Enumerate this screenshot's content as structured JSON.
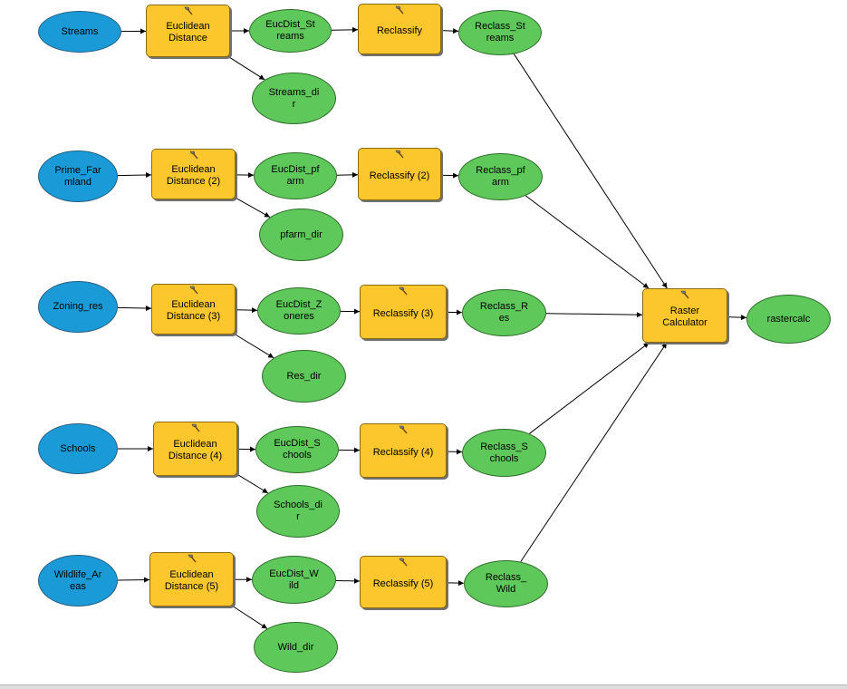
{
  "title": "",
  "nodes": [
    {
      "id": "streams",
      "kind": "input",
      "label": "Streams"
    },
    {
      "id": "ed1",
      "kind": "tool",
      "label": "Euclidean\nDistance"
    },
    {
      "id": "eucdist_streams",
      "kind": "output",
      "label": "EucDist_St\nreams"
    },
    {
      "id": "rc1",
      "kind": "tool",
      "label": "Reclassify"
    },
    {
      "id": "reclass_streams",
      "kind": "output",
      "label": "Reclass_St\nreams"
    },
    {
      "id": "streams_dir",
      "kind": "output",
      "label": "Streams_di\nr"
    },
    {
      "id": "prime_farmland",
      "kind": "input",
      "label": "Prime_Far\nmland"
    },
    {
      "id": "ed2",
      "kind": "tool",
      "label": "Euclidean\nDistance (2)"
    },
    {
      "id": "eucdist_pfarm",
      "kind": "output",
      "label": "EucDist_pf\narm"
    },
    {
      "id": "rc2",
      "kind": "tool",
      "label": "Reclassify (2)"
    },
    {
      "id": "reclass_pfarm",
      "kind": "output",
      "label": "Reclass_pf\narm"
    },
    {
      "id": "pfarm_dir",
      "kind": "output",
      "label": "pfarm_dir"
    },
    {
      "id": "zoning_res",
      "kind": "input",
      "label": "Zoning_res"
    },
    {
      "id": "ed3",
      "kind": "tool",
      "label": "Euclidean\nDistance (3)"
    },
    {
      "id": "eucdist_zoneres",
      "kind": "output",
      "label": "EucDist_Z\noneres"
    },
    {
      "id": "rc3",
      "kind": "tool",
      "label": "Reclassify (3)"
    },
    {
      "id": "reclass_res",
      "kind": "output",
      "label": "Reclass_R\nes"
    },
    {
      "id": "res_dir",
      "kind": "output",
      "label": "Res_dir"
    },
    {
      "id": "schools",
      "kind": "input",
      "label": "Schools"
    },
    {
      "id": "ed4",
      "kind": "tool",
      "label": "Euclidean\nDistance (4)"
    },
    {
      "id": "eucdist_schools",
      "kind": "output",
      "label": "EucDist_S\nchools"
    },
    {
      "id": "rc4",
      "kind": "tool",
      "label": "Reclassify (4)"
    },
    {
      "id": "reclass_schools",
      "kind": "output",
      "label": "Reclass_S\nchools"
    },
    {
      "id": "schools_dir",
      "kind": "output",
      "label": "Schools_di\nr"
    },
    {
      "id": "wildlife_areas",
      "kind": "input",
      "label": "Wildlife_Ar\neas"
    },
    {
      "id": "ed5",
      "kind": "tool",
      "label": "Euclidean\nDistance (5)"
    },
    {
      "id": "eucdist_wild",
      "kind": "output",
      "label": "EucDist_W\nild"
    },
    {
      "id": "rc5",
      "kind": "tool",
      "label": "Reclassify (5)"
    },
    {
      "id": "reclass_wild",
      "kind": "output",
      "label": "Reclass_\nWild"
    },
    {
      "id": "wild_dir",
      "kind": "output",
      "label": "Wild_dir"
    },
    {
      "id": "raster_calc",
      "kind": "tool",
      "label": "Raster\nCalculator"
    },
    {
      "id": "rastercalc",
      "kind": "output",
      "label": "rastercalc"
    }
  ],
  "edges": [
    [
      "streams",
      "ed1"
    ],
    [
      "ed1",
      "eucdist_streams"
    ],
    [
      "ed1",
      "streams_dir"
    ],
    [
      "eucdist_streams",
      "rc1"
    ],
    [
      "rc1",
      "reclass_streams"
    ],
    [
      "reclass_streams",
      "raster_calc"
    ],
    [
      "prime_farmland",
      "ed2"
    ],
    [
      "ed2",
      "eucdist_pfarm"
    ],
    [
      "ed2",
      "pfarm_dir"
    ],
    [
      "eucdist_pfarm",
      "rc2"
    ],
    [
      "rc2",
      "reclass_pfarm"
    ],
    [
      "reclass_pfarm",
      "raster_calc"
    ],
    [
      "zoning_res",
      "ed3"
    ],
    [
      "ed3",
      "eucdist_zoneres"
    ],
    [
      "ed3",
      "res_dir"
    ],
    [
      "eucdist_zoneres",
      "rc3"
    ],
    [
      "rc3",
      "reclass_res"
    ],
    [
      "reclass_res",
      "raster_calc"
    ],
    [
      "schools",
      "ed4"
    ],
    [
      "ed4",
      "eucdist_schools"
    ],
    [
      "ed4",
      "schools_dir"
    ],
    [
      "eucdist_schools",
      "rc4"
    ],
    [
      "rc4",
      "reclass_schools"
    ],
    [
      "reclass_schools",
      "raster_calc"
    ],
    [
      "wildlife_areas",
      "ed5"
    ],
    [
      "ed5",
      "eucdist_wild"
    ],
    [
      "ed5",
      "wild_dir"
    ],
    [
      "eucdist_wild",
      "rc5"
    ],
    [
      "rc5",
      "reclass_wild"
    ],
    [
      "reclass_wild",
      "raster_calc"
    ],
    [
      "raster_calc",
      "rastercalc"
    ]
  ],
  "colors": {
    "input": "#1a9bd7",
    "tool": "#fcc72d",
    "output": "#5fc85a",
    "edge": "#000000"
  },
  "icons": {
    "tool": "hammer-icon"
  }
}
